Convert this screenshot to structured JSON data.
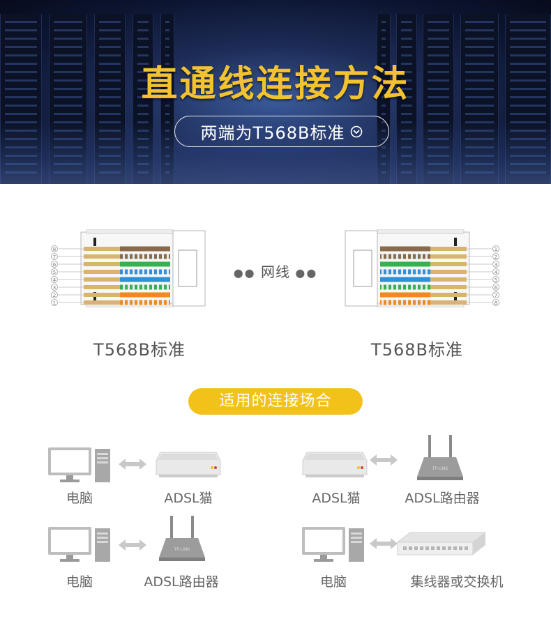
{
  "banner": {
    "title": "直通线连接方法",
    "subtitle": "两端为T568B标准",
    "title_color": "#f2c230"
  },
  "diagram": {
    "left_standard": "T568B标准",
    "right_standard": "T568B标准",
    "cable_label": "网线",
    "pin_numbers": [
      "8",
      "7",
      "6",
      "5",
      "4",
      "3",
      "2",
      "1"
    ],
    "pin_numbers_right": [
      "1",
      "2",
      "3",
      "4",
      "5",
      "6",
      "7",
      "8"
    ]
  },
  "section": {
    "title": "适用的连接场合",
    "color": "#f2c21a"
  },
  "scenarios": {
    "s1_left": "电脑",
    "s1_right": "ADSL猫",
    "s2_left": "ADSL猫",
    "s2_right": "ADSL路由器",
    "s3_left": "电脑",
    "s3_right": "ADSL路由器",
    "s4_left": "电脑",
    "s4_right": "集线器或交换机"
  },
  "icons": {
    "pill": "chevron-down-circle-icon",
    "computer": "computer-icon",
    "modem": "adsl-modem-icon",
    "router": "router-icon",
    "switch": "switch-icon",
    "arrow": "double-arrow-icon"
  }
}
